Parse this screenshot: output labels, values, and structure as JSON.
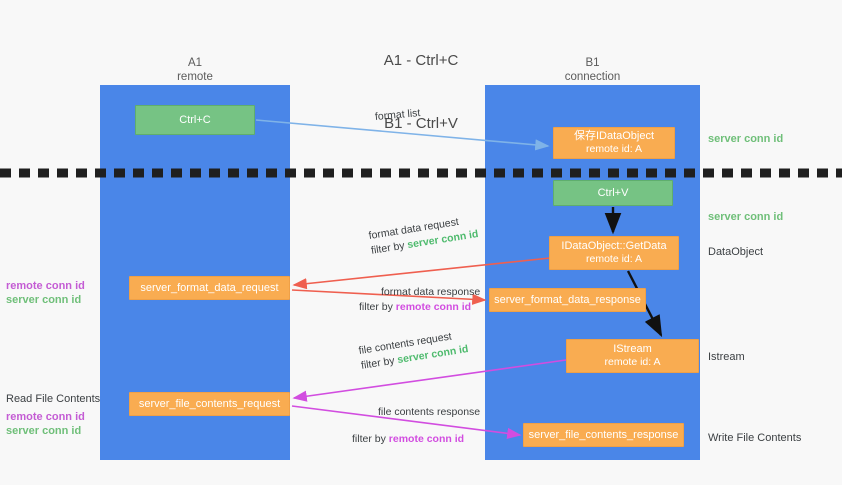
{
  "title": {
    "line1": "A1 - Ctrl+C",
    "line2": "B1 - Ctrl+V"
  },
  "columns": [
    {
      "id": "a1",
      "name": "A1",
      "sub": "remote"
    },
    {
      "id": "b1",
      "name": "B1",
      "sub": "connection"
    }
  ],
  "nodes": {
    "ctrl_c": {
      "label": "Ctrl+C",
      "color": "#76c384"
    },
    "save_idataobject": {
      "label": "保存IDataObject",
      "sub": "remote id: A",
      "color": "#f9ac51"
    },
    "ctrl_v": {
      "label": "Ctrl+V",
      "color": "#76c384"
    },
    "idataobject_getdata": {
      "label": "IDataObject::GetData",
      "sub": "remote id: A",
      "color": "#f9ac51"
    },
    "istream": {
      "label": "IStream",
      "sub": "remote id: A",
      "color": "#f9ac51"
    },
    "server_format_data_request": {
      "label": "server_format_data_request",
      "color": "#f9ac51"
    },
    "server_format_data_response": {
      "label": "server_format_data_response",
      "color": "#f9ac51"
    },
    "server_file_contents_request": {
      "label": "server_file_contents_request",
      "color": "#f9ac51"
    },
    "server_file_contents_response": {
      "label": "server_file_contents_response",
      "color": "#f9ac51"
    }
  },
  "arrows": {
    "format_list": {
      "text": "format list",
      "color": "#7fb3e8"
    },
    "format_data_request": {
      "text": "format data request",
      "filter_prefix": "filter by ",
      "filter_key": "server conn id",
      "color": "#ef5f4f"
    },
    "format_data_response": {
      "text": "format data response",
      "filter_prefix": "filter by ",
      "filter_key": "remote conn id",
      "color": "#ef5f4f"
    },
    "file_contents_request": {
      "text": "file contents request",
      "filter_prefix": "filter by ",
      "filter_key": "server conn id",
      "color": "#d24de0"
    },
    "file_contents_response": {
      "text": "file contents response",
      "filter_prefix": "filter by ",
      "filter_key": "remote conn id",
      "color": "#d24de0"
    }
  },
  "annotations": {
    "left_group_1": {
      "remote": "remote conn id",
      "server": "server conn id"
    },
    "left_group_2": {
      "note": "Read File Contents",
      "remote": "remote conn id",
      "server": "server conn id"
    },
    "right_server_conn_id_1": "server conn id",
    "right_server_conn_id_2": "server conn id",
    "right_dataobject": "DataObject",
    "right_istream": "Istream",
    "right_write_file_contents": "Write File Contents"
  },
  "colors": {
    "lane": "#4a86e8",
    "green_node": "#76c384",
    "orange_node": "#f9ac51",
    "server_conn": "#6fbf79",
    "remote_conn": "#c45cd4",
    "red_arrow": "#ef5f4f",
    "magenta_arrow": "#d24de0",
    "blue_arrow": "#7fb3e8",
    "divider": "#1f1f1f",
    "background": "#f8f8f8"
  }
}
